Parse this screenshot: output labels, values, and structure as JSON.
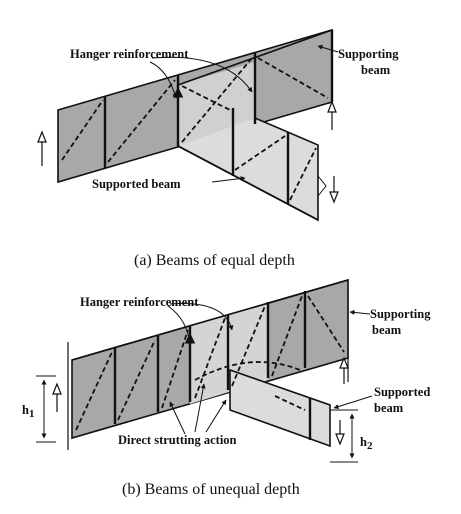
{
  "figure_a": {
    "hanger_label": "Hanger reinforcement",
    "supporting_label_line1": "Supporting",
    "supporting_label_line2": "beam",
    "supported_label": "Supported beam",
    "caption": "(a) Beams of equal depth"
  },
  "figure_b": {
    "hanger_label": "Hanger reinforcement",
    "supporting_label_line1": "Supporting",
    "supporting_label_line2": "beam",
    "supported_label_line1": "Supported",
    "supported_label_line2": "beam",
    "strut_label": "Direct strutting action",
    "h1_label": "h",
    "h1_sub": "1",
    "h2_label": "h",
    "h2_sub": "2",
    "caption": "(b) Beams of unequal depth"
  },
  "colors": {
    "beam_dark": "#a8a8a8",
    "beam_light": "#dcdcdc",
    "line": "#111111"
  }
}
